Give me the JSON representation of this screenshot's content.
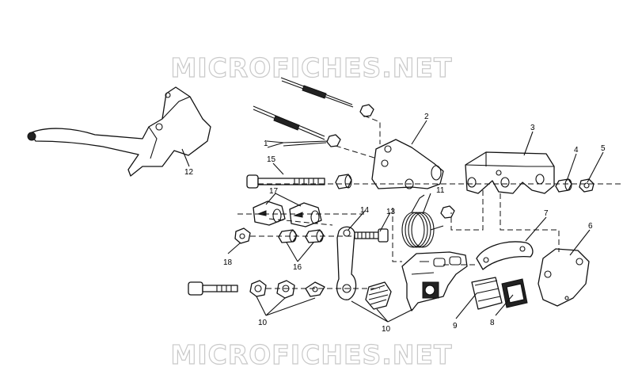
{
  "watermark": {
    "top": "MICROFICHES.NET",
    "bottom": "MICROFICHES.NET"
  },
  "callouts": {
    "c1": "1",
    "c2": "2",
    "c3": "3",
    "c4": "4",
    "c5": "5",
    "c6": "6",
    "c7": "7",
    "c8": "8",
    "c9": "9",
    "c10a": "10",
    "c10b": "10",
    "c11": "11",
    "c12": "12",
    "c13": "13",
    "c14": "14",
    "c15": "15",
    "c16": "16",
    "c17": "17",
    "c18": "18"
  }
}
